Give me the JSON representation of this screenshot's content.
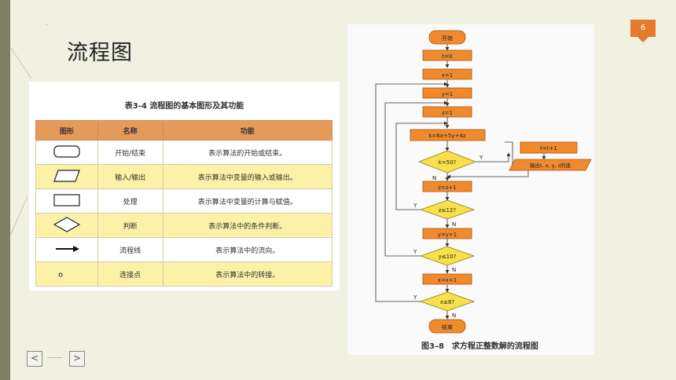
{
  "slide": {
    "title": "流程图",
    "page_number": "6",
    "colors": {
      "accent": "#e37b2b",
      "background": "#f1f1e2",
      "sidebar": "#7f7d63",
      "table_header": "#e59a5a",
      "table_alt_row": "#fbf2a8",
      "flow_box": "#f08a2c",
      "flow_decision": "#f7e04a"
    }
  },
  "table": {
    "caption": "表3-4  流程图的基本图形及其功能",
    "headers": [
      "图形",
      "名称",
      "功能"
    ],
    "rows": [
      {
        "shape_icon": "terminal-rounded-rect-icon",
        "name": "开始/结束",
        "function": "表示算法的开始或结束。"
      },
      {
        "shape_icon": "parallelogram-icon",
        "name": "输入/输出",
        "function": "表示算法中变量的输入或输出。"
      },
      {
        "shape_icon": "rectangle-icon",
        "name": "处理",
        "function": "表示算法中变量的计算与赋值。"
      },
      {
        "shape_icon": "diamond-icon",
        "name": "判断",
        "function": "表示算法中的条件判断。"
      },
      {
        "shape_icon": "arrow-right-icon",
        "name": "流程线",
        "function": "表示算法中的流向。"
      },
      {
        "shape_icon": "small-circle-icon",
        "name": "连接点",
        "function": "表示算法中的转接。"
      }
    ]
  },
  "flowchart": {
    "caption": "图3–8　求方程正整数解的流程图",
    "start": "开始",
    "end": "结束",
    "steps": {
      "t0": "t=0",
      "x1": "x=1",
      "y1": "y=1",
      "z1": "z=1",
      "k": "k=6x+5y+4z",
      "tinc": "t=t+1",
      "output": "输出t, x, y, z的值",
      "zinc": "z=z+1",
      "yinc": "y=y+1",
      "xinc": "x=x+1"
    },
    "decisions": {
      "k50": "k=50?",
      "z12": "z≤12?",
      "y10": "y≤10?",
      "x8": "x≤8?"
    },
    "yes": "Y",
    "no": "N"
  },
  "nav": {
    "prev_label": "<",
    "next_label": ">"
  }
}
